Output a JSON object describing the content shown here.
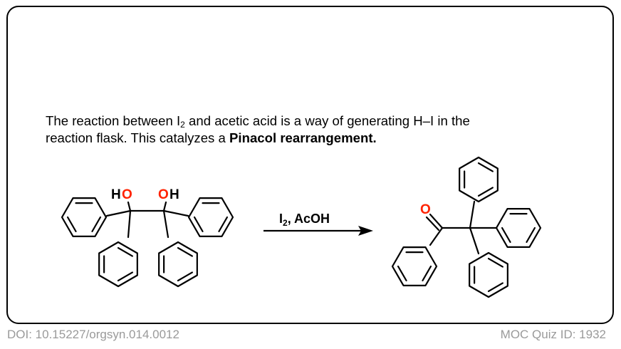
{
  "description": {
    "line1_before_subscript": "The reaction between I",
    "line1_subscript": "2",
    "line1_after_subscript": " and acetic acid is a way of generating H–I in the",
    "line2_plain": "reaction flask. This catalyzes a ",
    "line2_bold": "Pinacol rearrangement."
  },
  "reactant": {
    "hydroxyl_left_h": "H",
    "hydroxyl_left_o": "O",
    "hydroxyl_right_o": "O",
    "hydroxyl_right_h": "H"
  },
  "reagent": {
    "iodine": "I",
    "iodine_subscript": "2",
    "rest": ", AcOH"
  },
  "product": {
    "carbonyl_o": "O"
  },
  "footer": {
    "doi": "DOI: 10.15227/orgsyn.014.0012",
    "quiz_id": "MOC Quiz ID: 1932"
  },
  "colors": {
    "oxygen": "#ff2200",
    "footer_text": "#9a9a9a",
    "border": "#000000"
  }
}
